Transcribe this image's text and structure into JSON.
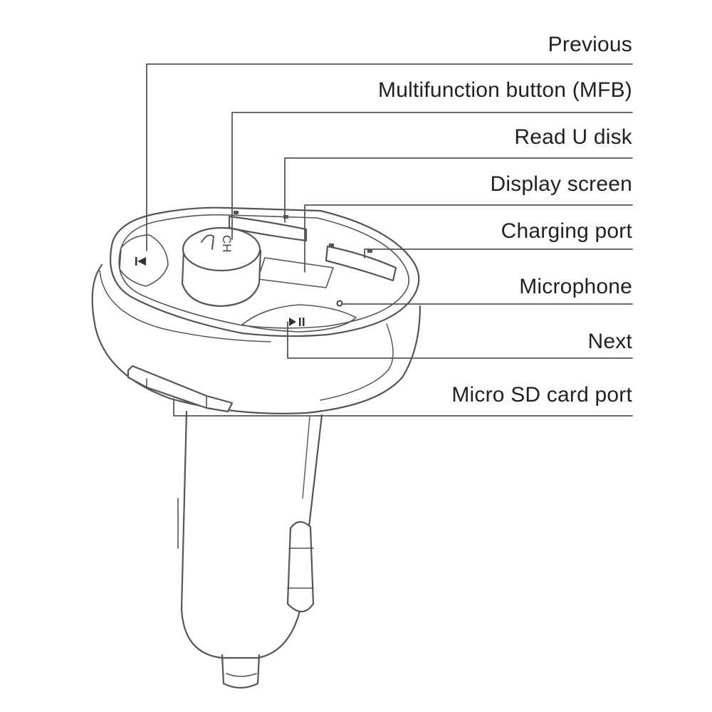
{
  "diagram": {
    "labels": {
      "previous": "Previous",
      "mfb": "Multifunction button (MFB)",
      "read_u_disk": "Read U disk",
      "display_screen": "Display screen",
      "charging_port": "Charging port",
      "microphone": "Microphone",
      "next": "Next",
      "micro_sd": "Micro SD card port"
    },
    "knob_text": "CH",
    "colors": {
      "line": "#555555",
      "text": "#222222",
      "background": "#ffffff"
    }
  }
}
